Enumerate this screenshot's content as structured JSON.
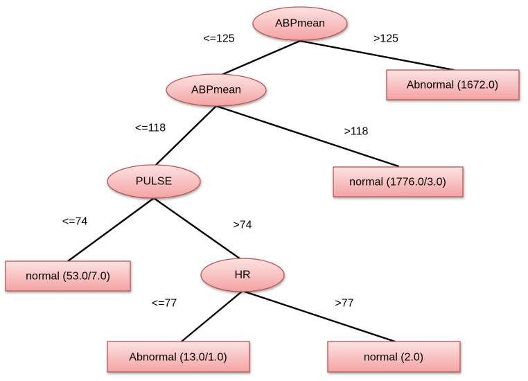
{
  "colors": {
    "node_fill_light": "#fde3e3",
    "node_fill_dark": "#f3a3a3",
    "node_border": "#b85450",
    "edge": "#000000"
  },
  "tree": {
    "nodes": {
      "root": "ABPmean",
      "abp2": "ABPmean",
      "pulse": "PULSE",
      "hr": "HR",
      "leaf_abnormal_1672": "Abnormal (1672.0)",
      "leaf_normal_1776": "normal (1776.0/3.0)",
      "leaf_normal_53": "normal (53.0/7.0)",
      "leaf_abnormal_13": "Abnormal (13.0/1.0)",
      "leaf_normal_2": "normal (2.0)"
    },
    "edges": {
      "root_left": "<=125",
      "root_right": ">125",
      "abp2_left": "<=118",
      "abp2_right": ">118",
      "pulse_left": "<=74",
      "pulse_right": ">74",
      "hr_left": "<=77",
      "hr_right": ">77"
    }
  }
}
